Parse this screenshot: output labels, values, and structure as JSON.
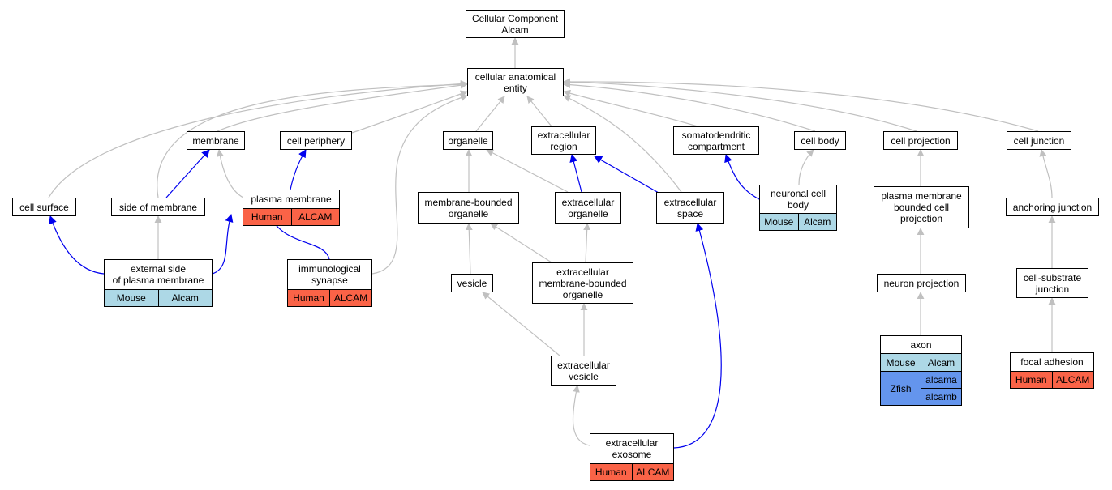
{
  "colors": {
    "gray_edge": "#c0c0c0",
    "blue_edge": "#0000ee",
    "mouse": "#add8e6",
    "human": "#fa6347",
    "zfish": "#6495ed"
  },
  "nodes": {
    "root": {
      "label": "Cellular Component\nAlcam"
    },
    "cae": {
      "label": "cellular anatomical\nentity"
    },
    "membrane": {
      "label": "membrane"
    },
    "cell_periphery": {
      "label": "cell periphery"
    },
    "organelle": {
      "label": "organelle"
    },
    "extracellular_region": {
      "label": "extracellular\nregion"
    },
    "somatodendritic": {
      "label": "somatodendritic\ncompartment"
    },
    "cell_body": {
      "label": "cell body"
    },
    "cell_projection": {
      "label": "cell projection"
    },
    "cell_junction": {
      "label": "cell junction"
    },
    "cell_surface": {
      "label": "cell surface"
    },
    "side_of_membrane": {
      "label": "side of membrane"
    },
    "plasma_membrane": {
      "label": "plasma membrane",
      "species": "Human",
      "gene": "ALCAM"
    },
    "membrane_bounded_organelle": {
      "label": "membrane-bounded\norganelle"
    },
    "extracellular_organelle": {
      "label": "extracellular\norganelle"
    },
    "extracellular_space": {
      "label": "extracellular\nspace"
    },
    "neuronal_cell_body": {
      "label": "neuronal cell\nbody",
      "species": "Mouse",
      "gene": "Alcam"
    },
    "pm_bounded_projection": {
      "label": "plasma membrane\nbounded cell\nprojection"
    },
    "anchoring_junction": {
      "label": "anchoring junction"
    },
    "external_side": {
      "label": "external side\nof plasma membrane",
      "species": "Mouse",
      "gene": "Alcam"
    },
    "immunological_synapse": {
      "label": "immunological\nsynapse",
      "species": "Human",
      "gene": "ALCAM"
    },
    "vesicle": {
      "label": "vesicle"
    },
    "ec_mb_organelle": {
      "label": "extracellular\nmembrane-bounded\norganelle"
    },
    "neuron_projection": {
      "label": "neuron projection"
    },
    "cell_substrate_junction": {
      "label": "cell-substrate\njunction"
    },
    "extracellular_vesicle": {
      "label": "extracellular\nvesicle"
    },
    "axon": {
      "label": "axon",
      "species": "Mouse",
      "gene": "Alcam",
      "species2": "Zfish",
      "genes2": [
        "alcama",
        "alcamb"
      ]
    },
    "focal_adhesion": {
      "label": "focal adhesion",
      "species": "Human",
      "gene": "ALCAM"
    },
    "extracellular_exosome": {
      "label": "extracellular\nexosome",
      "species": "Human",
      "gene": "ALCAM"
    }
  }
}
